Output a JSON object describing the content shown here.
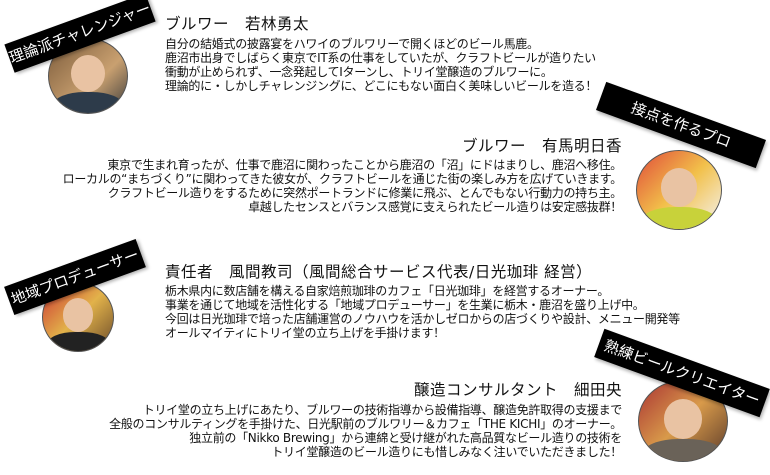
{
  "profiles": [
    {
      "tag": "理論派チャレンジャー",
      "name": "ブルワー　若林勇太",
      "lines": [
        "自分の結婚式の披露宴をハワイのブルワリーで開くほどのビール馬鹿。",
        "鹿沼市出身でしばらく東京でIT系の仕事をしていたが、クラフトビールが造りたい",
        "衝動が止められず、一念発起してIターンし、トリイ堂醸造のブルワーに。",
        "理論的に・しかしチャレンジングに、どこにもない面白く美味しいビールを造る！"
      ]
    },
    {
      "tag": "接点を作るプロ",
      "name": "ブルワー　有馬明日香",
      "lines": [
        "東京で生まれ育ったが、仕事で鹿沼に関わったことから鹿沼の「沼」にドはまりし、鹿沼へ移住。",
        "ローカルの“まちづくり”に関わってきた彼女が、クラフトビールを通じた街の楽しみ方を広げていきます。",
        "クラフトビール造りをするために突然ポートランドに修業に飛ぶ、とんでもない行動力の持ち主。",
        "卓越したセンスとバランス感覚に支えられたビール造りは安定感抜群！"
      ]
    },
    {
      "tag": "地域プロデューサー",
      "name": "責任者　風間教司（風間総合サービス代表/日光珈琲 経営）",
      "lines": [
        "栃木県内に数店舗を構える自家焙煎珈琲のカフェ「日光珈琲」を経営するオーナー。",
        "事業を通じて地域を活性化する「地域プロデューサー」を生業に栃木・鹿沼を盛り上げ中。",
        "今回は日光珈琲で培った店舗運営のノウハウを活かしゼロからの店づくりや設計、メニュー開発等",
        "オールマイティにトリイ堂の立ち上げを手掛けます！"
      ]
    },
    {
      "tag": "熟練ビールクリエイター",
      "name": "醸造コンサルタント　細田央",
      "lines": [
        "トリイ堂の立ち上げにあたり、ブルワーの技術指導から設備指導、醸造免許取得の支援まで",
        "全般のコンサルティングを手掛けた、日光駅前のブルワリー＆カフェ「THE KICHI」のオーナー。",
        "独立前の「Nikko Brewing」から連綿と受け継がれた高品質なビール造りの技術を",
        "トリイ堂醸造のビール造りにも惜しみなく注いでいただきました！"
      ]
    }
  ]
}
